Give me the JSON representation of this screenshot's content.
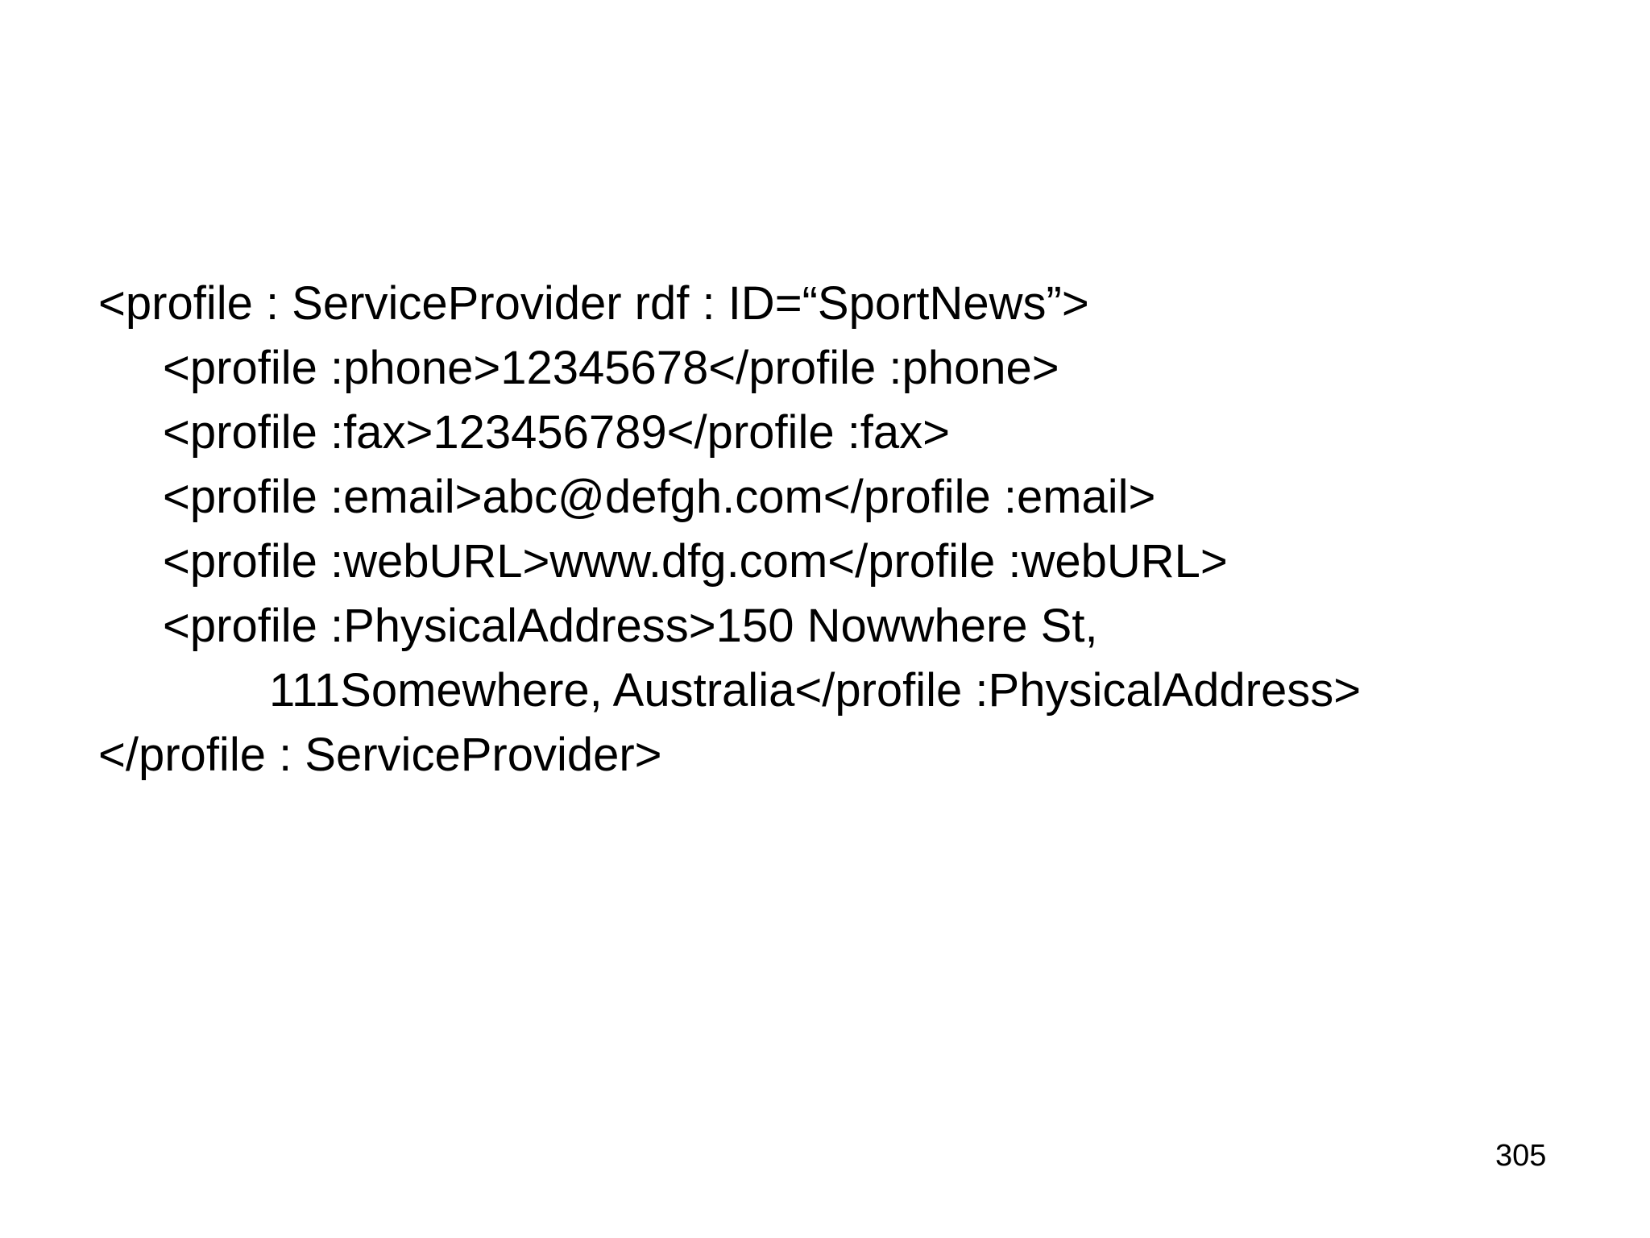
{
  "slide": {
    "colors": {
      "background": "#ffffff",
      "text": "#000000"
    },
    "code_lines": [
      {
        "indent": 0,
        "text": "<profile : ServiceProvider rdf : ID=“SportNews”>"
      },
      {
        "indent": 1,
        "text": "<profile :phone>12345678</profile :phone>"
      },
      {
        "indent": 1,
        "text": "<profile :fax>123456789</profile :fax>"
      },
      {
        "indent": 1,
        "text": "<profile :email>abc@defgh.com</profile :email>"
      },
      {
        "indent": 1,
        "text": "<profile :webURL>www.dfg.com</profile :webURL>"
      },
      {
        "indent": 1,
        "text": "<profile :PhysicalAddress>150 Nowwhere St,"
      },
      {
        "indent": 2,
        "text": "111Somewhere, Australia</profile :PhysicalAddress>"
      },
      {
        "indent": 0,
        "text": "</profile : ServiceProvider>"
      }
    ],
    "page_number": "305"
  }
}
